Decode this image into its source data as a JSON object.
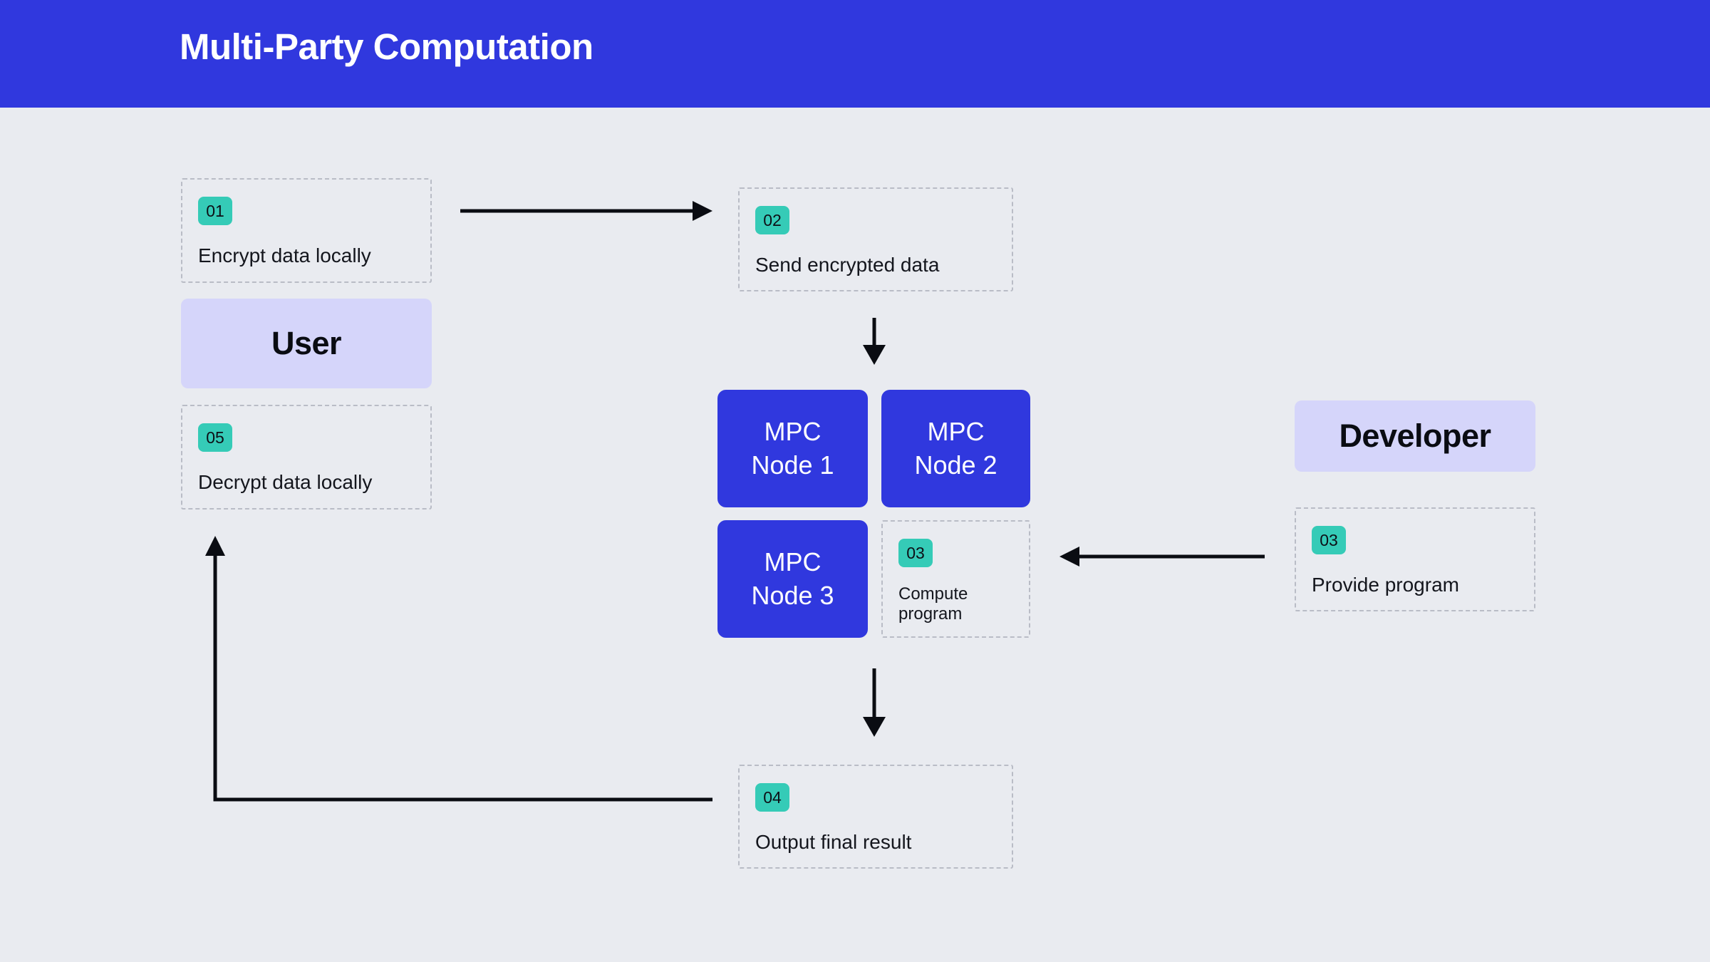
{
  "header": {
    "title": "Multi-Party Computation",
    "band_color": "#3038de",
    "title_color": "#ffffff"
  },
  "theme": {
    "page_background": "#e9ebf0",
    "accent_blue": "#3038de",
    "badge_teal": "#35cbb7",
    "actor_lavender": "#d5d5fa",
    "dashed_border": "#b9bcc6",
    "arrow_color": "#0a0c12",
    "text_dark": "#14161d"
  },
  "actors": {
    "user": {
      "label": "User"
    },
    "developer": {
      "label": "Developer"
    }
  },
  "steps": {
    "encrypt": {
      "number": "01",
      "label": "Encrypt data locally"
    },
    "send": {
      "number": "02",
      "label": "Send encrypted data"
    },
    "compute": {
      "number": "03",
      "label": "Compute\nprogram"
    },
    "provide": {
      "number": "03",
      "label": "Provide program"
    },
    "output": {
      "number": "04",
      "label": "Output final result"
    },
    "decrypt": {
      "number": "05",
      "label": "Decrypt data locally"
    }
  },
  "nodes": [
    {
      "label": "MPC\nNode 1"
    },
    {
      "label": "MPC\nNode 2"
    },
    {
      "label": "MPC\nNode 3"
    }
  ],
  "arrows": [
    {
      "name": "encrypt-to-send",
      "direction": "right"
    },
    {
      "name": "send-to-nodes",
      "direction": "down"
    },
    {
      "name": "nodes-to-output",
      "direction": "down"
    },
    {
      "name": "provide-to-compute",
      "direction": "left"
    },
    {
      "name": "output-to-decrypt",
      "direction": "up"
    }
  ]
}
